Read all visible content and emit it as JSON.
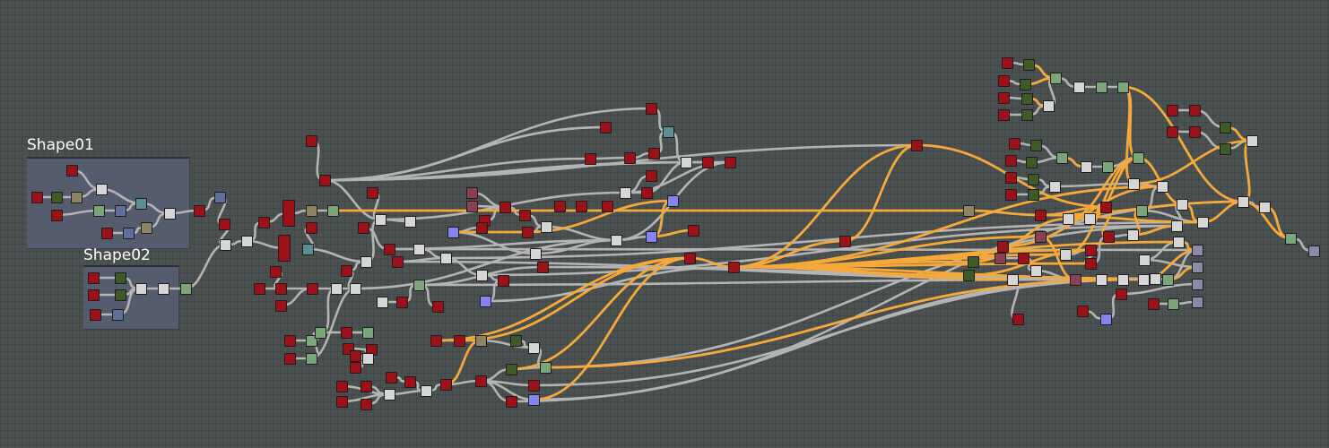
{
  "app": {
    "view": "node-graph"
  },
  "backdrops": [
    {
      "id": "shape01",
      "label": "Shape01",
      "color": "#555c6d"
    },
    {
      "id": "shape02",
      "label": "Shape02",
      "color": "#555c6d"
    }
  ],
  "node_types": {
    "red": {
      "color": "#9b1118"
    },
    "darkgreen": {
      "color": "#3e5a26"
    },
    "lightgreen": {
      "color": "#7ba67a"
    },
    "white": {
      "color": "#d6d6d6"
    },
    "blue": {
      "color": "#5f6f9d"
    },
    "periwinkle": {
      "color": "#8484ee"
    },
    "teal": {
      "color": "#5b8e91"
    },
    "olive": {
      "color": "#8c8463"
    },
    "maroon": {
      "color": "#8a4050"
    },
    "lavender": {
      "color": "#8c8aa6"
    }
  },
  "wire_colors": {
    "default": "#b4b4b4",
    "active": "#f5a93b"
  }
}
